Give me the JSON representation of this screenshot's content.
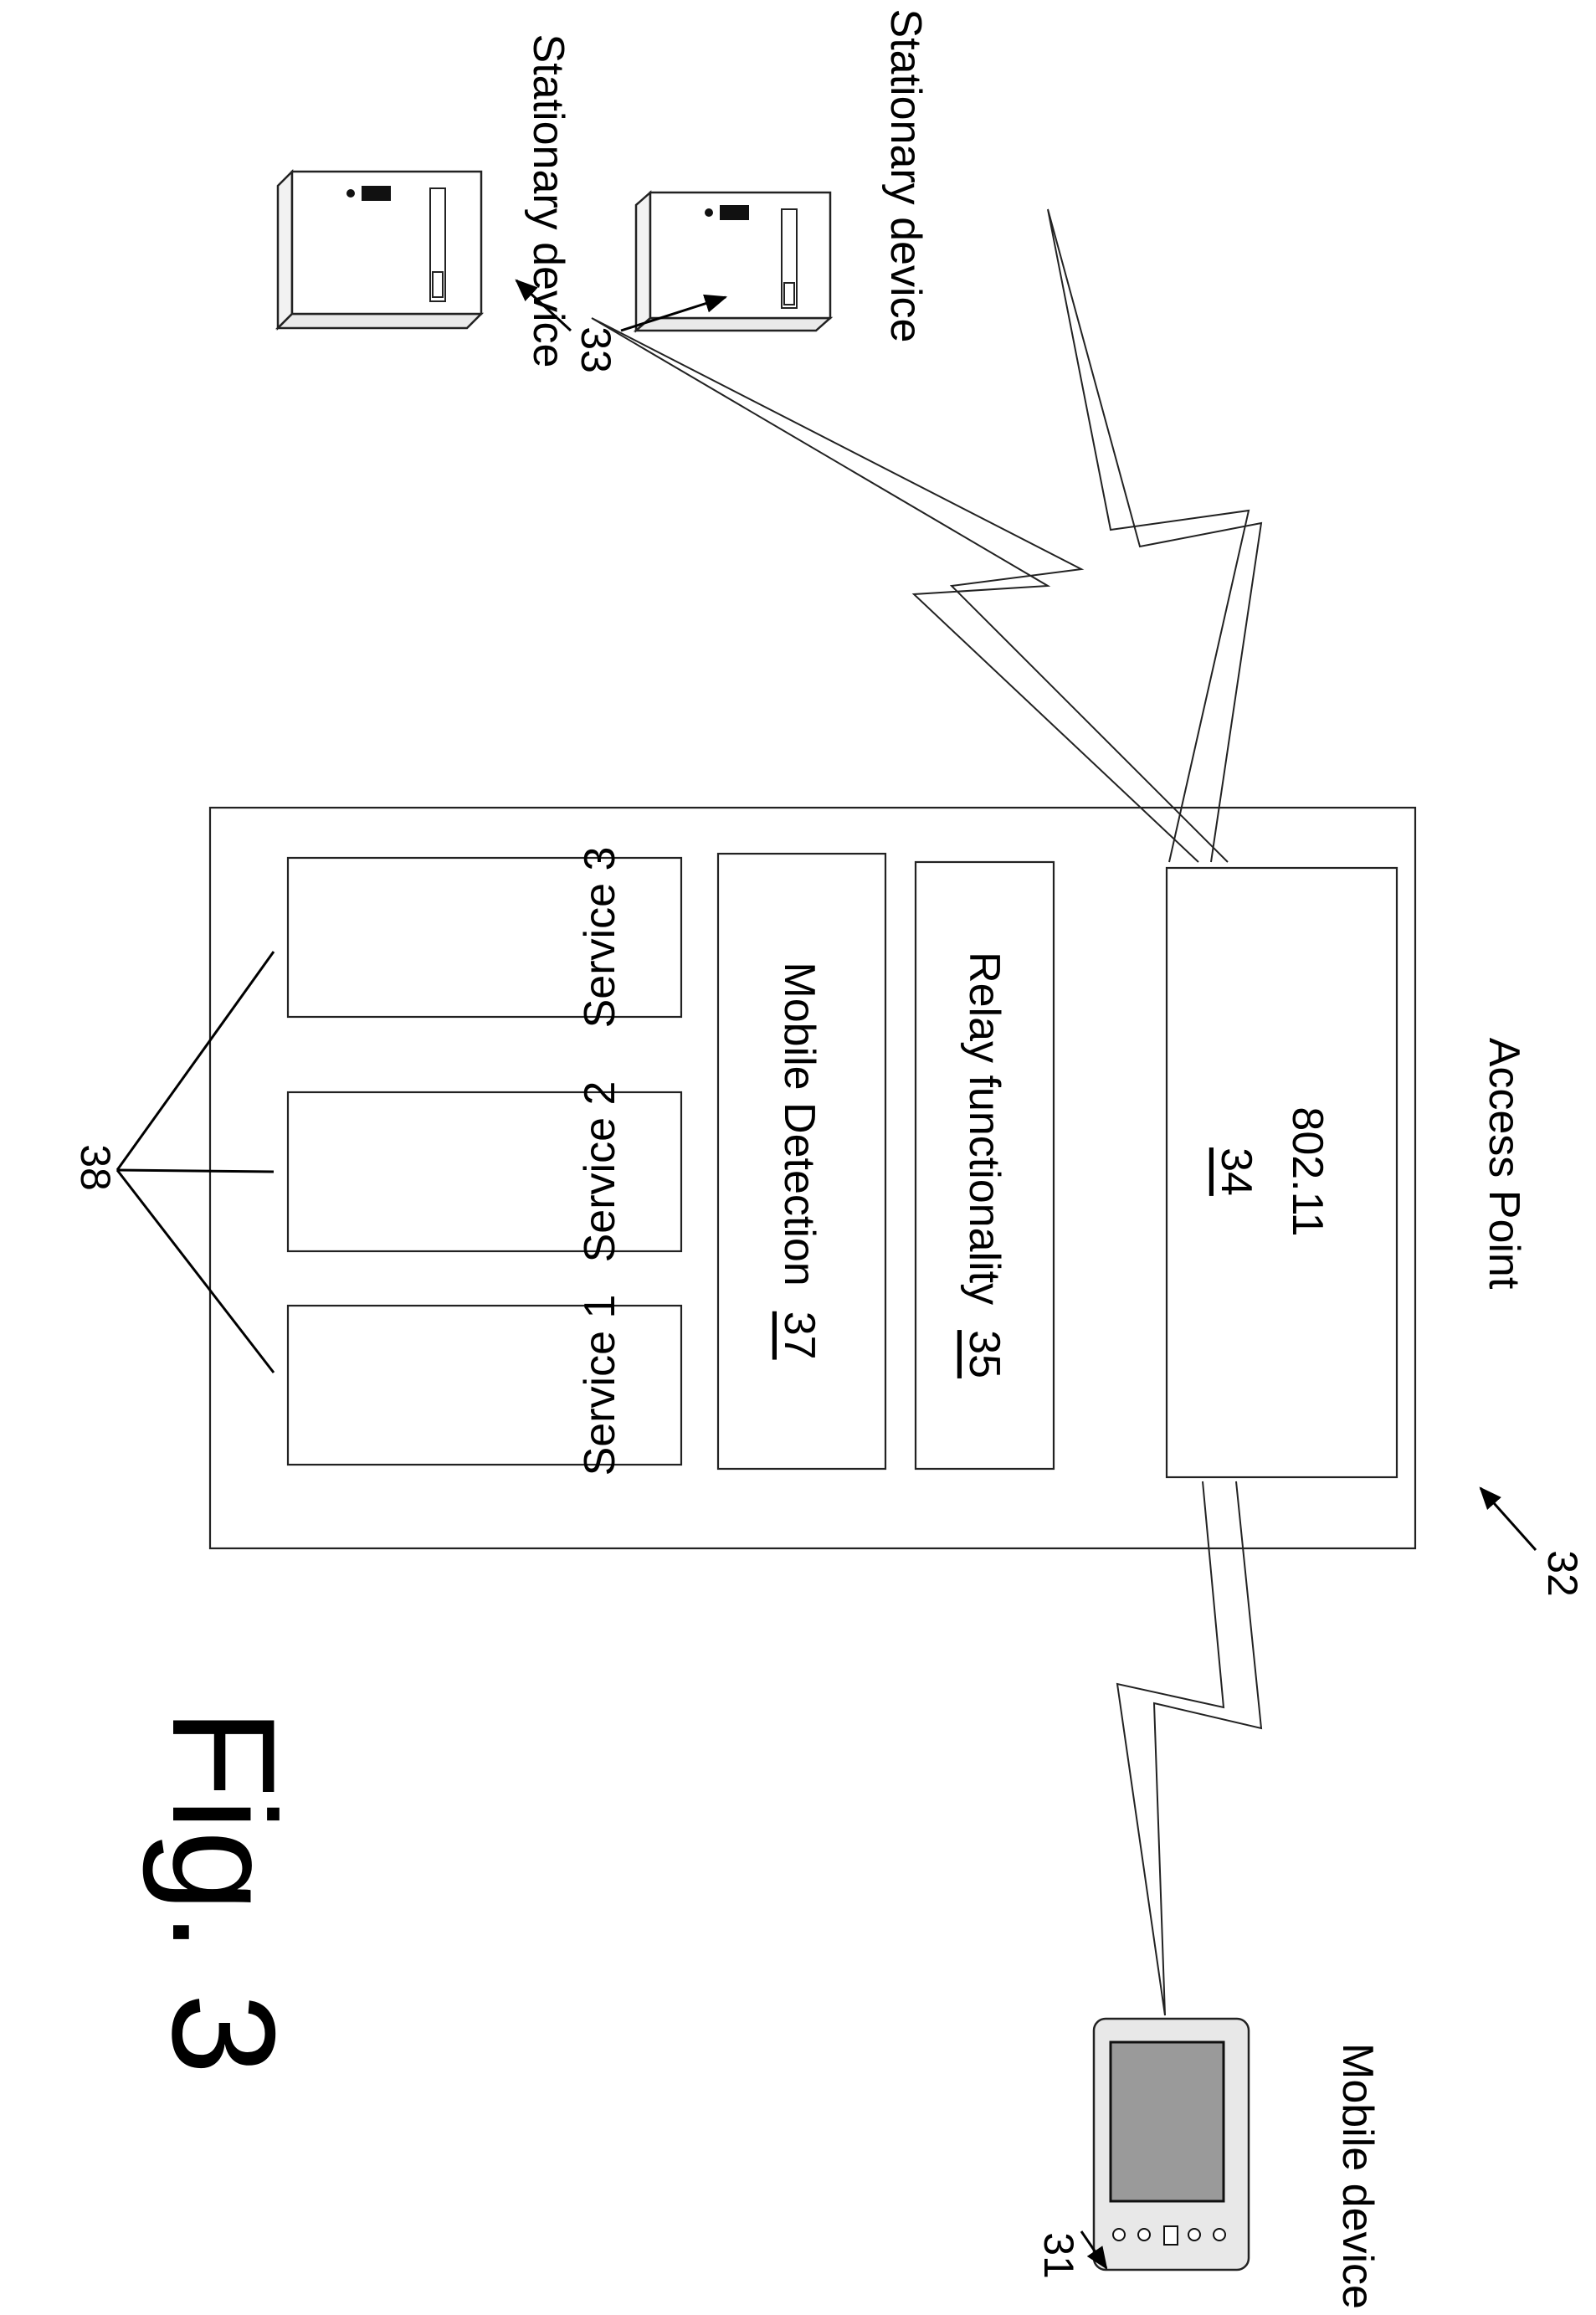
{
  "figure": {
    "title": "Fig. 3",
    "access_point": {
      "label": "Access Point",
      "ref": "32",
      "services": [
        "Service 1",
        "Service 2",
        "Service 3"
      ],
      "services_ref": "38",
      "mobile_detection": {
        "label": "Mobile Detection",
        "ref": "37"
      },
      "relay": {
        "label": "Relay functionality",
        "ref": "35"
      },
      "radio": {
        "label": "802.11",
        "ref": "34"
      }
    },
    "mobile_device": {
      "label": "Mobile device",
      "ref": "31"
    },
    "stationary_devices": {
      "label": "Stationary device",
      "ref": "33",
      "count": 2
    }
  }
}
